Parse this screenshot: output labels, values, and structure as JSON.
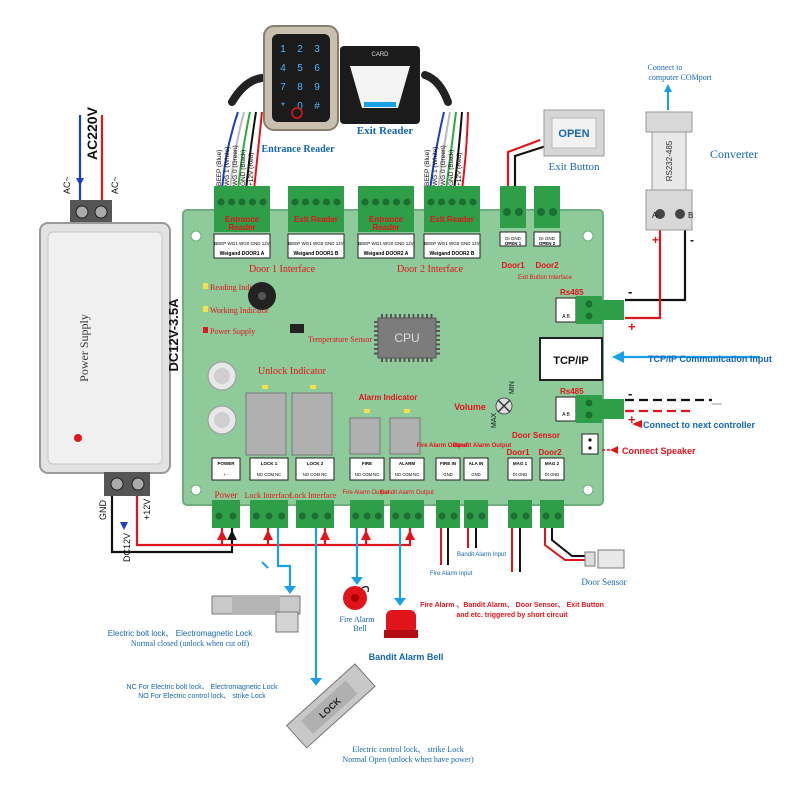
{
  "colors": {
    "board": "#8fca9b",
    "board_edge": "#6fae7e",
    "terminal": "#2f9e48",
    "wire_red": "#e0151b",
    "wire_black": "#111111",
    "wire_blue": "#1aa0e6",
    "label_red": "#e0151b",
    "label_blue": "#1466b8",
    "psu": "#e2e2e2"
  },
  "power_supply": {
    "top_input_left": "AC~",
    "top_input_right": "AC~",
    "ac_label": "AC220V",
    "body_label": "Power Supply",
    "rating": "DC12V-3.5A",
    "out_gnd": "GND",
    "out_12v": "+12V",
    "dc_label": "DC12V"
  },
  "readers": {
    "entrance_caption": "Entrance Reader",
    "exit_caption": "Exit Reader",
    "card_label": "CARD",
    "keypad": [
      "1",
      "2",
      "3",
      "4",
      "5",
      "6",
      "7",
      "8",
      "9",
      "*",
      "0",
      "#"
    ],
    "wires": [
      "BEEP (Blue)",
      "WG 1 (White)",
      "WG 0 (Green)",
      "GND (Black)",
      "+12V (Red)"
    ]
  },
  "exit_button": {
    "label": "OPEN",
    "caption": "Exit Button"
  },
  "converter": {
    "top_note_1": "Connect to",
    "top_note_2": "computer COMport",
    "body_label": "RS232-485",
    "caption": "Converter",
    "pin_a": "A",
    "pin_b": "B"
  },
  "board": {
    "terminals": [
      "Entrance Reader",
      "Exit Reader",
      "Entrance Reader",
      "Exit Reader"
    ],
    "pin_row_text": "BEEP  WG1  WG0  GND  12V",
    "wiegand": [
      "Weigand DOOR1 A",
      "Weigand DOOR1 B",
      "Weigand DOOR2 A",
      "Weigand DOOR2 B"
    ],
    "door1_interface": "Door 1 Interface",
    "door2_interface": "Door 2 Interface",
    "open_terminals": [
      "OPEN 1",
      "OPEN 2"
    ],
    "di_gnd": "DI  GND",
    "door1": "Door1",
    "door2": "Door2",
    "exit_button_interface": "Exit Button Interface",
    "rs485": "Rs485",
    "rs485_b": "Rs485",
    "rs485_pins": "A  B",
    "tcpip": "TCP/IP",
    "reading_indicator": "Reading Indicator",
    "working_indicator": "Working Indicator",
    "power_supply_led": "Power Supply",
    "temperature_sensor": "Temperature Sensor",
    "cpu": "CPU",
    "unlock_indicator": "Unlock Indicator",
    "alarm_indicator": "Alarm Indicator",
    "volume": "Volume",
    "vol_min": "MIN",
    "vol_max": "MAX",
    "door_sensor": "Door Sensor",
    "fire_alarm_output": "Fire Alarm Output",
    "bandit_alarm_output": "Bandit Alarm Output",
    "door1_b": "Door1",
    "door2_b": "Door2",
    "bottom_terminals": [
      "POWER",
      "LOCK 1",
      "LOCK 2",
      "FIRE",
      "ALARM",
      "FIRE IN",
      "ALA IN",
      "MAG 1",
      "MAG 2"
    ],
    "bottom_pins": [
      "+  -",
      "NO COM NC",
      "NO COM NC",
      "NO COM NC",
      "NO COM NC",
      "GND",
      "GND",
      "DI GND",
      "DI GND"
    ],
    "power_red": "Power",
    "lock_interface": "Lock Interface",
    "fire_alarm_output_red": "Fire Alarm Output",
    "bandit_alarm_output_red": "Bandit Alarm Output",
    "plus_minus": "+ -"
  },
  "annotations": {
    "tcpip_input": "TCP/IP Communication Input",
    "next_controller": "Connect to next controller",
    "connect_speaker": "Connect Speaker",
    "bandit_alarm_input": "Bandit Alarm Input",
    "fire_alarm_input": "Fire Alarm Input",
    "door_sensor_caption": "Door Sensor",
    "trigger_note_1": "Fire Alarm 、Bandit Alarm、 Door Sensor、 Exit Button",
    "trigger_note_2": "and etc. triggered by short circuit",
    "bolt_lock_1": "Electric bolt lock、 Electromagnetic Lock",
    "bolt_lock_2": "Normal closed (unlock when cut off)",
    "fire_bell_1": "Fire Alarm",
    "fire_bell_2": "Bell",
    "bandit_bell": "Bandit Alarm Bell",
    "nc_note_1": "NC For Electric bolt lock、 Electromagnetic Lock",
    "nc_note_2": "NO For Electric control lock、 strike Lock",
    "strike_lock_1": "Electric control lock、 strike Lock",
    "strike_lock_2": "Normal Open (unlock when have power)",
    "lock_label": "LOCK",
    "plus": "+",
    "minus": "-"
  }
}
